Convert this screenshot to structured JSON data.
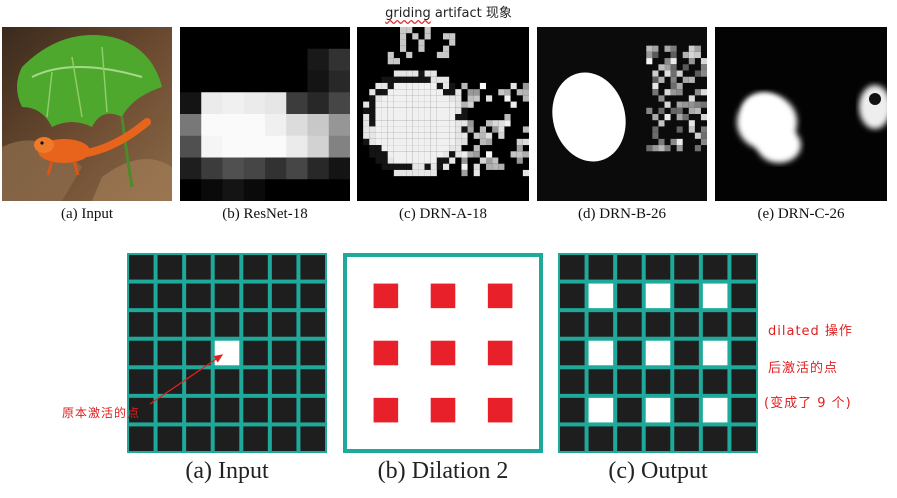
{
  "title": {
    "word_underlined": "griding",
    "rest": " artifact 现象"
  },
  "top_row": {
    "captions": [
      "(a) Input",
      "(b) ResNet-18",
      "(c) DRN-A-18",
      "(d) DRN-B-26",
      "(e) DRN-C-26"
    ]
  },
  "bottom_row": {
    "captions": [
      "(a) Input",
      "(b) Dilation 2",
      "(c) Output"
    ],
    "grid_size": 7,
    "input_active": [
      [
        3,
        3
      ]
    ],
    "dilation_kernel": [
      [
        1,
        1
      ],
      [
        1,
        3
      ],
      [
        1,
        5
      ],
      [
        3,
        1
      ],
      [
        3,
        3
      ],
      [
        3,
        5
      ],
      [
        5,
        1
      ],
      [
        5,
        3
      ],
      [
        5,
        5
      ]
    ],
    "output_active": [
      [
        1,
        1
      ],
      [
        1,
        3
      ],
      [
        1,
        5
      ],
      [
        3,
        1
      ],
      [
        3,
        3
      ],
      [
        3,
        5
      ],
      [
        5,
        1
      ],
      [
        5,
        3
      ],
      [
        5,
        5
      ]
    ]
  },
  "annotations": {
    "input_note": "原本激活的点",
    "output_note_line1": "dilated 操作",
    "output_note_line2": "后激活的点",
    "output_note_line3": "(变成了 9 个)"
  },
  "colors": {
    "grid_line": "#1fa99a",
    "cell_dark": "#1e1e1e",
    "kernel_red": "#e8202a",
    "note_red": "#e02020"
  }
}
